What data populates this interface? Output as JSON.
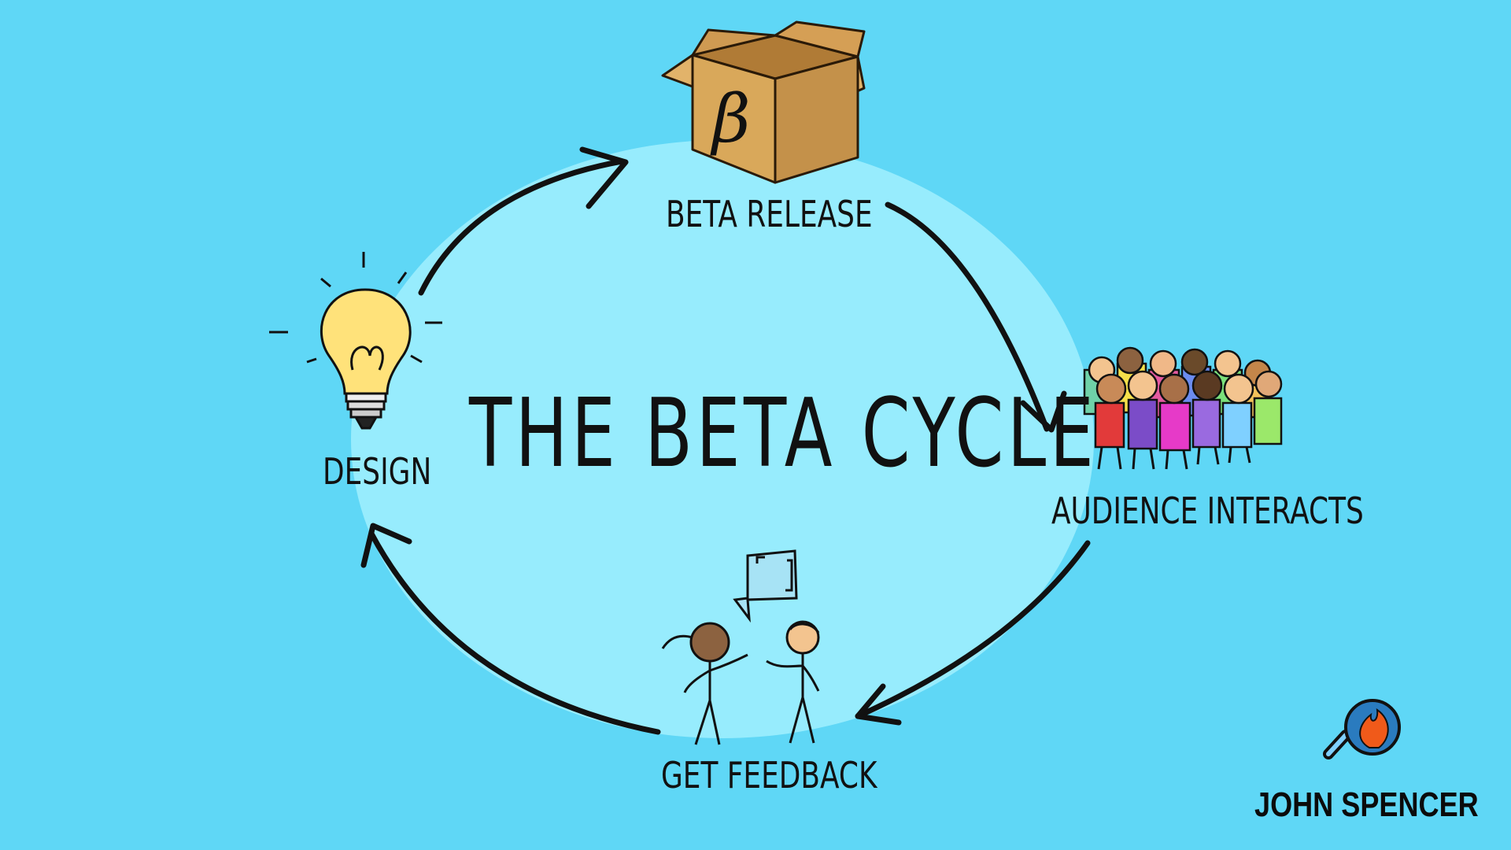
{
  "title": "THE BETA CYCLE",
  "stages": {
    "beta_release": "BETA RELEASE",
    "audience_interacts": "AUDIENCE INTERACTS",
    "get_feedback": "GET FEEDBACK",
    "design": "DESIGN"
  },
  "box_symbol": "β",
  "brand": "JOHN SPENCER",
  "colors": {
    "background": "#5fd7f6",
    "circle": "#97ecfd",
    "ink": "#111111",
    "box": "#d9a85a",
    "bulb": "#ffe27a"
  },
  "icons": [
    "cardboard-box-icon",
    "crowd-icon",
    "two-people-talking-icon",
    "lightbulb-icon",
    "magnifying-glass-flame-icon"
  ]
}
